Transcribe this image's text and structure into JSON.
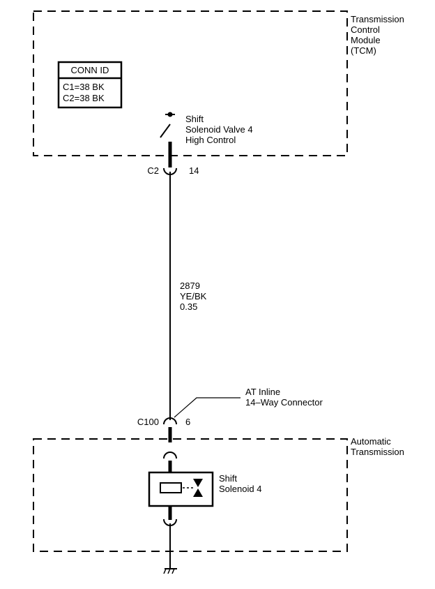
{
  "tcm": {
    "label_lines": [
      "Transmission",
      "Control",
      "Module",
      "(TCM)"
    ],
    "conn_id": {
      "title": "CONN ID",
      "rows": [
        "C1=38 BK",
        "C2=38 BK"
      ]
    },
    "switch_label_lines": [
      "Shift",
      "Solenoid Valve 4",
      "High Control"
    ],
    "connector": {
      "name": "C2",
      "pin": "14"
    }
  },
  "wire": {
    "circuit": "2879",
    "color": "YE/BK",
    "gauge": "0.35"
  },
  "inline_connector": {
    "label_lines": [
      "AT Inline",
      "14–Way Connector"
    ],
    "name": "C100",
    "pin": "6"
  },
  "automatic_transmission": {
    "label_lines": [
      "Automatic",
      "Transmission"
    ],
    "solenoid_label_lines": [
      "Shift",
      "Solenoid 4"
    ]
  }
}
